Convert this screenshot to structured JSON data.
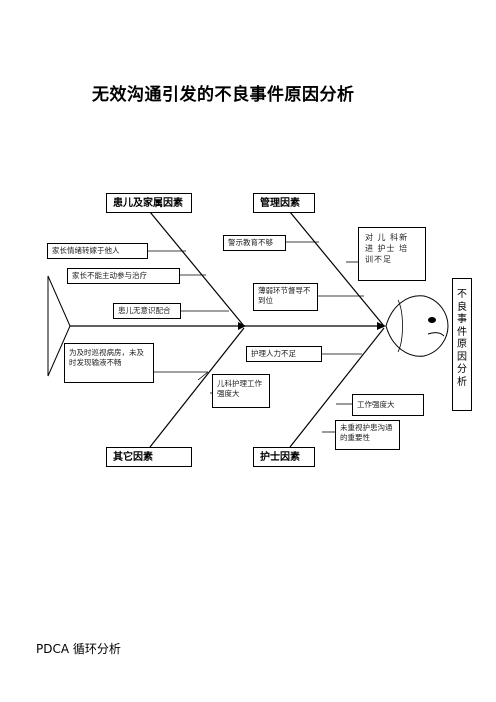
{
  "title": "无效沟通引发的不良事件原因分析",
  "effect": "不良事件原因分析",
  "categories": {
    "patient_family": "患儿及家属因素",
    "management": "管理因素",
    "other": "其它因素",
    "nurse": "护士因素"
  },
  "causes": {
    "c1": "家长情绪转嫁于他人",
    "c2": "家长不能主动参与治疗",
    "c3": "患儿无意识配合",
    "c4": "警示教育不够",
    "c5": "对 儿 科新 进 护士 培 训不足",
    "c6": "薄弱环节督导不到位",
    "c7": "为及时巡视病房，未及时发现输液不畅",
    "c8": "儿科护理工作强度大",
    "c9": "护理人力不足",
    "c10": "工作强度大",
    "c11": "未重视护患沟通的重要性"
  },
  "footer": "PDCA 循环分析"
}
